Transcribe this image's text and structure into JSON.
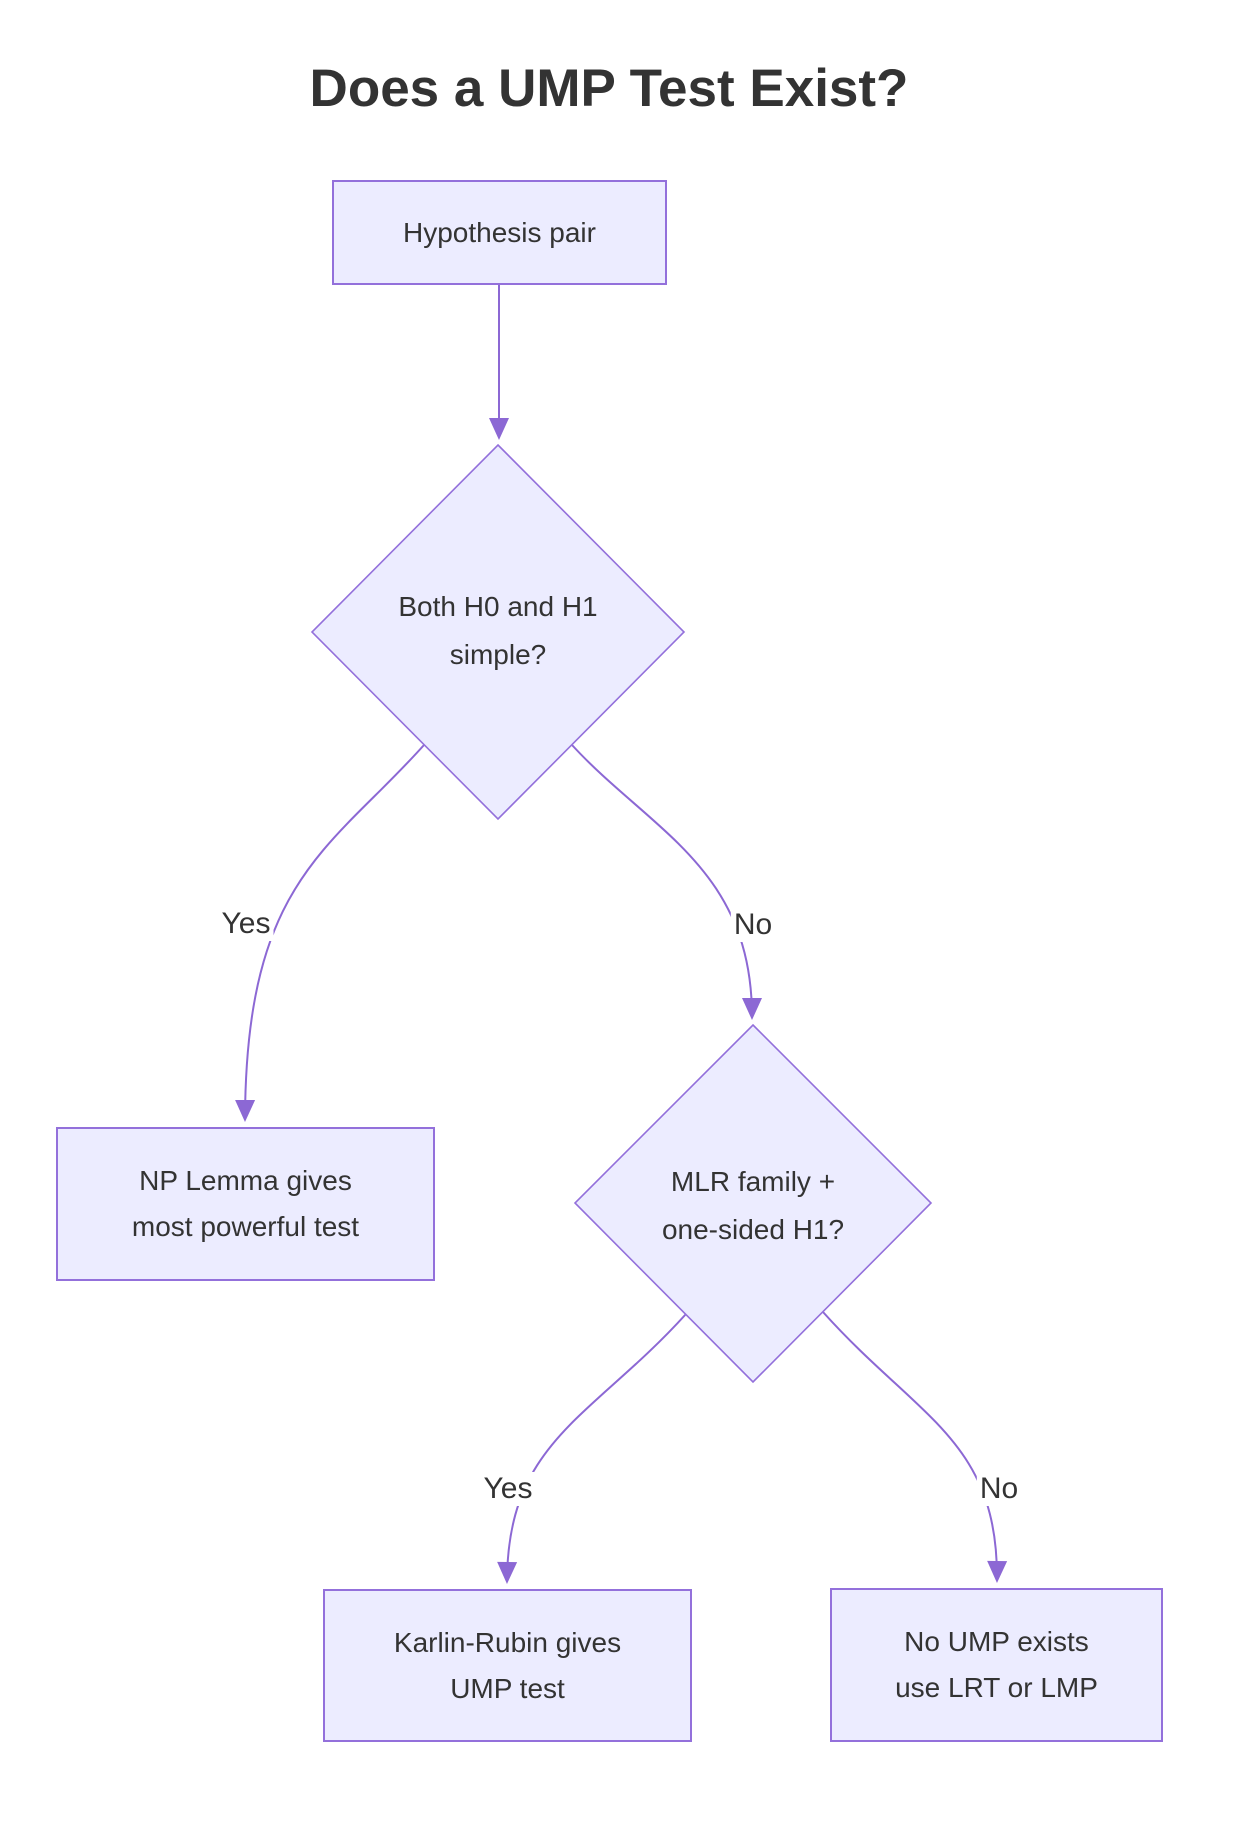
{
  "title": "Does a UMP Test Exist?",
  "colors": {
    "node_fill": "#ECECFF",
    "node_border": "#9370DB",
    "edge": "#8C68D4",
    "text": "#333333",
    "background": "#FFFFFF"
  },
  "nodes": {
    "hypothesis": {
      "line1": "Hypothesis pair"
    },
    "simple_decision": {
      "line1": "Both H0 and H1",
      "line2": "simple?"
    },
    "np_lemma": {
      "line1": "NP Lemma gives",
      "line2": "most powerful test"
    },
    "mlr_decision": {
      "line1": "MLR family +",
      "line2": "one-sided H1?"
    },
    "karlin_rubin": {
      "line1": "Karlin-Rubin gives",
      "line2": "UMP test"
    },
    "no_ump": {
      "line1": "No UMP exists",
      "line2": "use LRT or LMP"
    }
  },
  "edges": {
    "simple_yes": {
      "label": "Yes"
    },
    "simple_no": {
      "label": "No"
    },
    "mlr_yes": {
      "label": "Yes"
    },
    "mlr_no": {
      "label": "No"
    }
  }
}
